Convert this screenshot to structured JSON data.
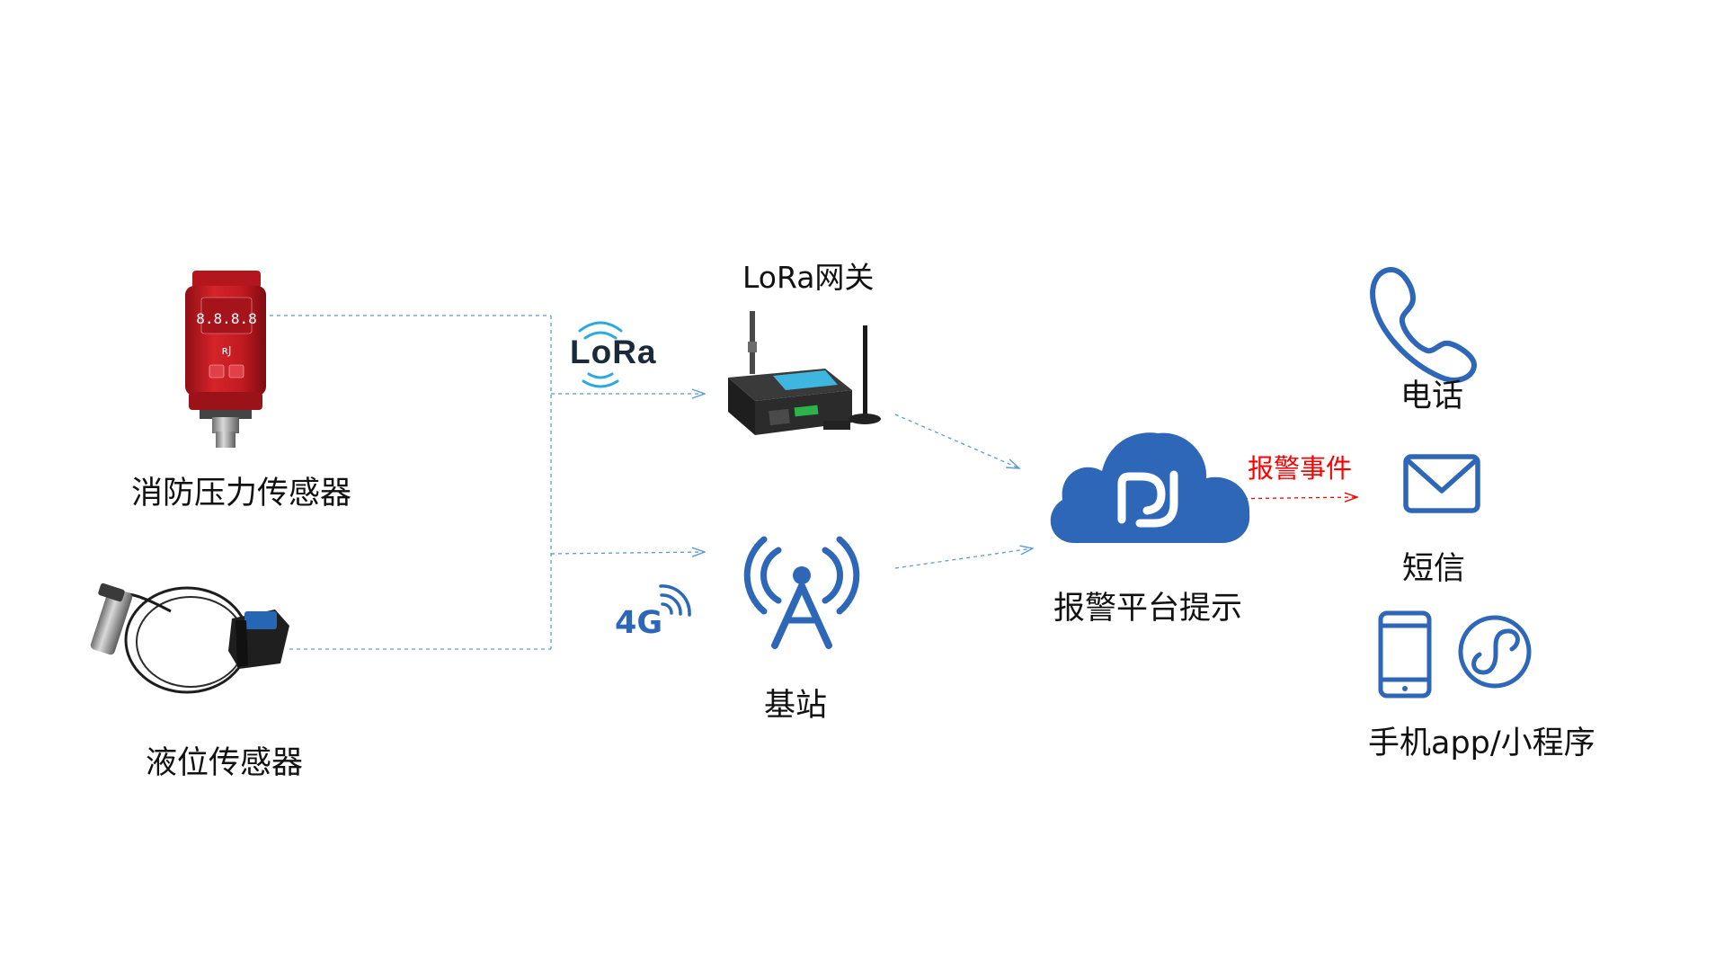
{
  "colors": {
    "accent_blue": "#2e67b8",
    "connector_blue": "#5b9bd5",
    "alert_red": "#ff0000",
    "sensor_red": "#c2191f"
  },
  "labels": {
    "pressure_sensor": "消防压力传感器",
    "level_sensor": "液位传感器",
    "lora_gateway": "LoRa网关",
    "lora_logo": "LoRa",
    "g4_logo": "4G",
    "base_station": "基站",
    "alarm_platform": "报警平台提示",
    "alarm_event": "报警事件",
    "phone": "电话",
    "sms": "短信",
    "app": "手机app/小程序"
  },
  "sensor_display": "8.8.8.8",
  "icons": {
    "pressure_sensor": "pressure-sensor-device",
    "level_sensor": "level-sensor-device",
    "lora_gateway": "router-gateway-device",
    "lora_logo": "lora-wireless-icon",
    "g4_logo": "4g-signal-icon",
    "base_station": "radio-tower-icon",
    "cloud": "cloud-platform-icon",
    "phone": "phone-icon",
    "sms": "envelope-icon",
    "mobile": "mobile-phone-icon",
    "mini_program": "mini-program-icon"
  }
}
